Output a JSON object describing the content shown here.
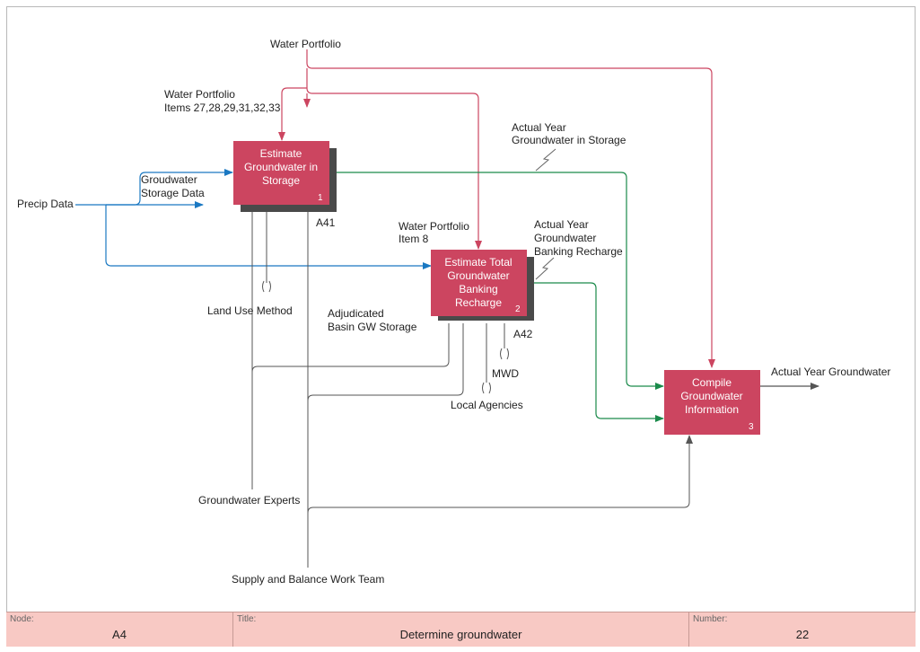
{
  "colors": {
    "box_fill": "#cc4560",
    "box_shadow": "#4a4a4a",
    "control_arrow": "#cc4560",
    "input_arrow": "#1a78c2",
    "output_arrow": "#1a8a4a",
    "mechanism_line": "#555555",
    "footer_fill": "#f8c9c4"
  },
  "boxes": {
    "box1": {
      "lines": [
        "Estimate",
        "Groundwater in",
        "Storage"
      ],
      "number": "1",
      "node_ref": "A41"
    },
    "box2": {
      "lines": [
        "Estimate Total",
        "Groundwater",
        "Banking",
        "Recharge"
      ],
      "number": "2",
      "node_ref": "A42"
    },
    "box3": {
      "lines": [
        "Compile",
        "Groundwater",
        "Information"
      ],
      "number": "3"
    }
  },
  "labels": {
    "water_portfolio": "Water Portfolio",
    "wp_items_1": "Water Portfolio",
    "wp_items_2": "Items 27,28,29,31,32,33",
    "wp_item8_1": "Water Portfolio",
    "wp_item8_2": "Item 8",
    "precip_data": "Precip Data",
    "gw_storage_data_1": "Groudwater",
    "gw_storage_data_2": "Storage Data",
    "actual_year_storage_1": "Actual Year",
    "actual_year_storage_2": "Groundwater in Storage",
    "actual_year_banking_1": "Actual Year",
    "actual_year_banking_2": "Groundwater",
    "actual_year_banking_3": "Banking Recharge",
    "actual_year_gw": "Actual Year Groundwater",
    "land_use_method": "Land Use Method",
    "adjudicated_1": "Adjudicated",
    "adjudicated_2": "Basin GW Storage",
    "mwd": "MWD",
    "local_agencies": "Local Agencies",
    "gw_experts": "Groundwater Experts",
    "supply_team": "Supply and Balance Work Team"
  },
  "footer": {
    "node_caption": "Node:",
    "node_value": "A4",
    "title_caption": "Title:",
    "title_value": "Determine groundwater",
    "number_caption": "Number:",
    "number_value": "22"
  }
}
